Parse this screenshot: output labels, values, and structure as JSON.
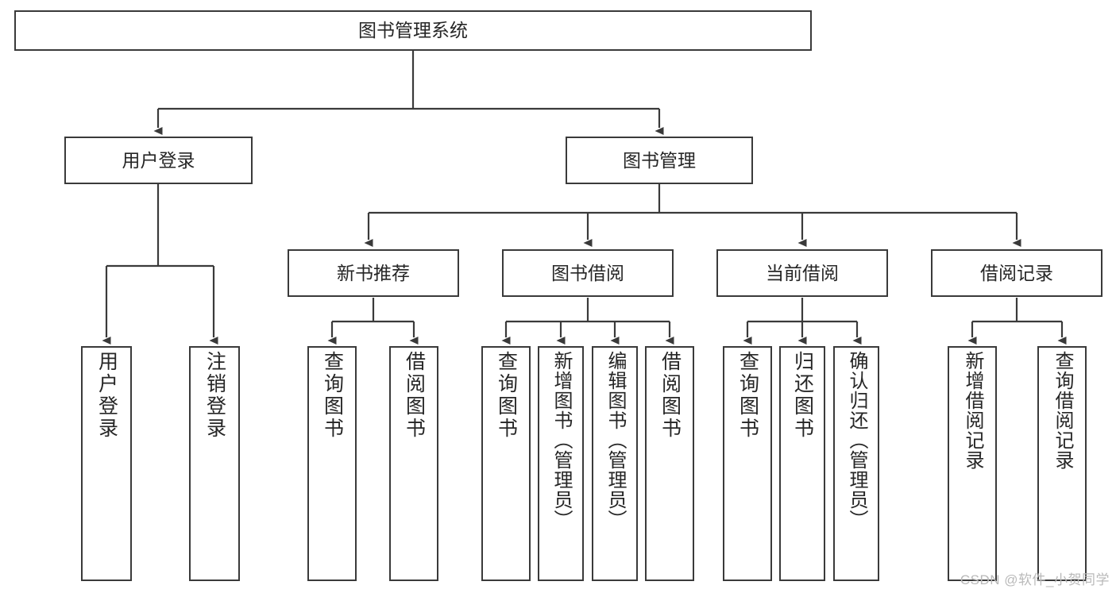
{
  "diagram": {
    "title": "图书管理系统",
    "root": {
      "label": "图书管理系统"
    },
    "level2": [
      {
        "label": "用户登录"
      },
      {
        "label": "图书管理"
      }
    ],
    "level3": [
      {
        "label": "新书推荐"
      },
      {
        "label": "图书借阅"
      },
      {
        "label": "当前借阅"
      },
      {
        "label": "借阅记录"
      }
    ],
    "leaves": [
      {
        "label": "用户登录",
        "parent": "用户登录"
      },
      {
        "label": "注销登录",
        "parent": "用户登录"
      },
      {
        "label": "查询图书",
        "parent": "新书推荐"
      },
      {
        "label": "借阅图书",
        "parent": "新书推荐"
      },
      {
        "label": "查询图书",
        "parent": "图书借阅"
      },
      {
        "label": "新增图书（管理员）",
        "parent": "图书借阅"
      },
      {
        "label": "编辑图书（管理员）",
        "parent": "图书借阅"
      },
      {
        "label": "借阅图书",
        "parent": "图书借阅"
      },
      {
        "label": "查询图书",
        "parent": "当前借阅"
      },
      {
        "label": "归还图书",
        "parent": "当前借阅"
      },
      {
        "label": "确认归还（管理员）",
        "parent": "当前借阅"
      },
      {
        "label": "新增借阅记录",
        "parent": "借阅记录"
      },
      {
        "label": "查询借阅记录",
        "parent": "借阅记录"
      }
    ]
  },
  "watermark": {
    "text": "CSDN @软件_小贺同学"
  },
  "colors": {
    "stroke": "#3a3a3a",
    "text": "#262626",
    "background": "#ffffff",
    "watermark": "#b9b9b9"
  }
}
